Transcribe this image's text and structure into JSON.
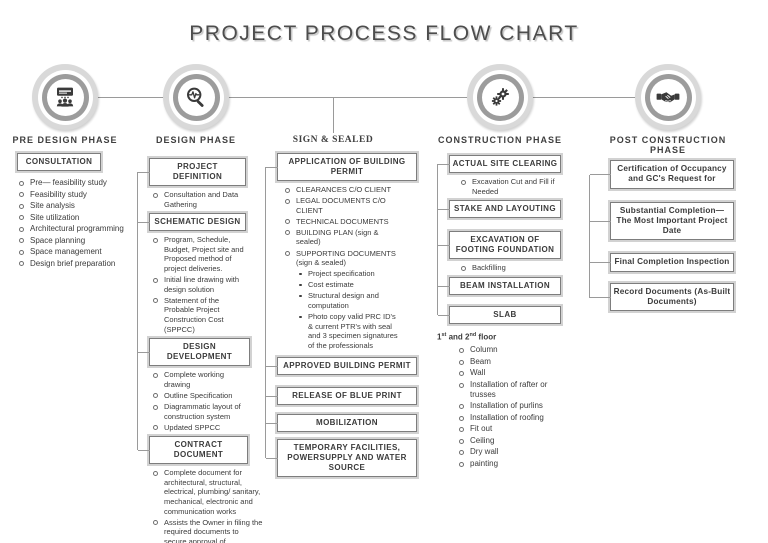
{
  "title": "PROJECT PROCESS FLOW CHART",
  "colors": {
    "icon_ink": "#3a3a3a",
    "ring_light": "#d9d9d9",
    "ring_mid": "#9c9c9c",
    "connector": "#9a9a9a",
    "box_border_inner": "#7d7d7d",
    "box_border_outer": "#d2d2d2"
  },
  "timeline": {
    "phases": [
      {
        "label": "PRE DESIGN PHASE",
        "icon": "presentation-audience-icon"
      },
      {
        "label": "DESIGN PHASE",
        "icon": "magnifier-analysis-icon"
      },
      {
        "label": "SIGN & SEALED",
        "icon": "none"
      },
      {
        "label": "CONSTRUCTION PHASE",
        "icon": "gears-icon"
      },
      {
        "label": "POST CONSTRUCTION PHASE",
        "icon": "handshake-icon"
      }
    ]
  },
  "pre_design": {
    "consultation_title": "CONSULTATION",
    "items": [
      "Pre— feasibility study",
      "Feasibility study",
      "Site analysis",
      "Site utilization",
      "Architectural programming",
      "Space planning",
      "Space management",
      "Design brief preparation"
    ]
  },
  "design": {
    "project_definition_title": "PROJECT DEFINITION",
    "project_definition_items": [
      "Consultation and Data Gathering"
    ],
    "schematic_title": "SCHEMATIC DESIGN",
    "schematic_items": [
      "Program, Schedule, Budget, Project site and Proposed method of project deliveries.",
      "Initial line drawing with design solution",
      "Statement of the Probable Project Construction Cost (SPPCC)"
    ],
    "development_title": "DESIGN DEVELOPMENT",
    "development_items": [
      "Complete working drawing",
      "Outline Specification",
      "Diagrammatic layout of construction system",
      "Updated SPPCC"
    ],
    "contract_title": "CONTRACT DOCUMENT",
    "contract_items": [
      "Complete document for architectural, structural, electrical, plumbing/ sanitary, mechanical, electronic and communication works",
      "Assists the Owner in filing the required documents to secure approval of government authority."
    ]
  },
  "sign_sealed": {
    "application_title": "APPLICATION OF BUILDING PERMIT",
    "application_items": [
      "CLEARANCES C/O CLIENT",
      "LEGAL DOCUMENTS C/O CLIENT",
      "TECHNICAL DOCUMENTS",
      "BUILDING PLAN (sign & sealed)",
      "SUPPORTING DOCUMENTS (sign & sealed)"
    ],
    "supporting_subitems": [
      "Project specification",
      "Cost estimate",
      "Structural design and computation",
      "Photo copy valid PRC ID's & current PTR's with seal and 3 specimen signatures of the professionals"
    ],
    "approved_title": "APPROVED BUILDING PERMIT",
    "release_title": "RELEASE OF BLUE PRINT",
    "mobilization_title": "MOBILIZATION",
    "temporary_title": "TEMPORARY FACILITIES, POWERSUPPLY AND WATER SOURCE"
  },
  "construction": {
    "site_clearing_title": "ACTUAL SITE CLEARING",
    "site_clearing_items": [
      "Excavation Cut and Fill if Needed"
    ],
    "stake_title": "STAKE AND LAYOUTING",
    "excavation_title": "EXCAVATION OF FOOTING FOUNDATION",
    "excavation_items": [
      "Backfilling"
    ],
    "beam_title": "BEAM INSTALLATION",
    "slab_title": "SLAB",
    "floors_heading": {
      "n1": "1",
      "s1": "st",
      "mid": " and ",
      "n2": "2",
      "s2": "nd",
      "tail": " floor"
    },
    "floor_items": [
      "Column",
      "Beam",
      "Wall",
      "Installation of rafter or trusses",
      "Installation of purlins",
      "Installation of roofing",
      "Fit out",
      "Ceiling",
      "Dry wall",
      "painting"
    ]
  },
  "post_construction": {
    "boxes": [
      "Certification of Occupancy and GC's Request for",
      "Substantial Completion— The Most Important Project Date",
      "Final Completion Inspection",
      "Record Documents (As-Built Documents)"
    ]
  }
}
